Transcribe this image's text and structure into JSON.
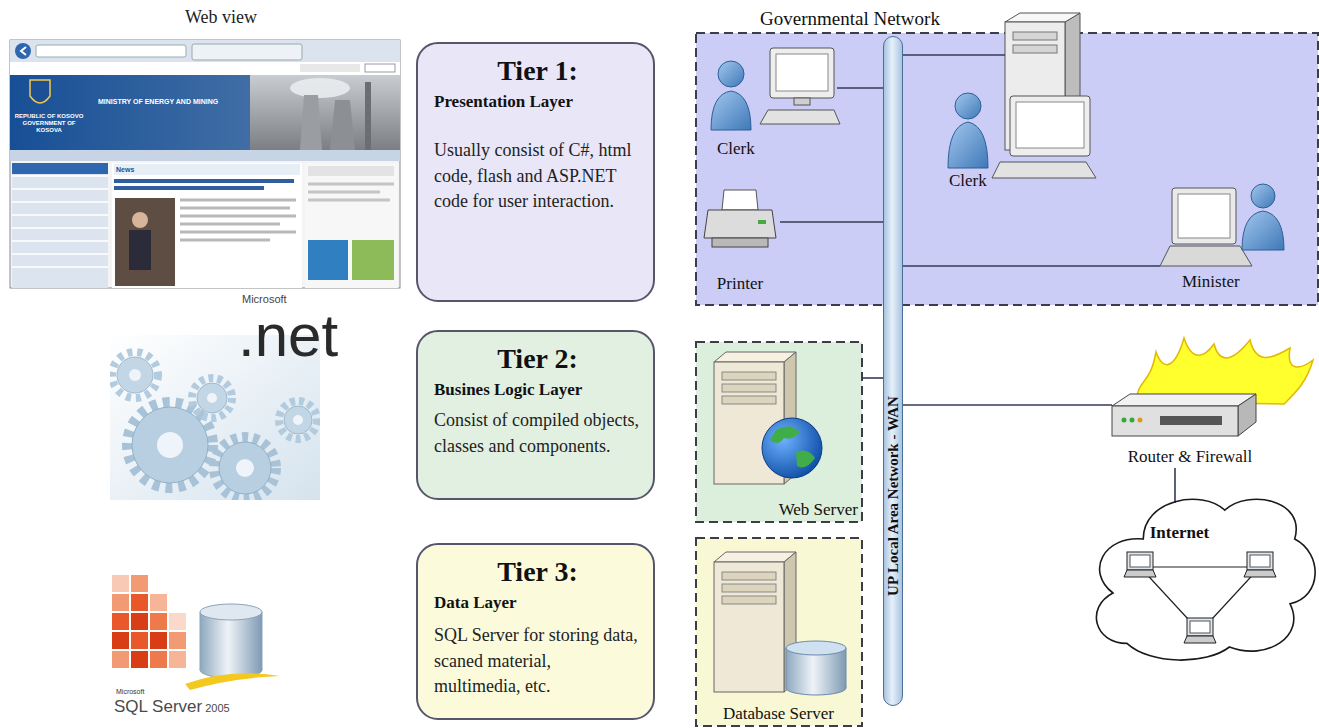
{
  "diagram": {
    "nodes": [
      {
        "text": [
          "Tier 1:",
          "Presentation Layer",
          "Usually consist of C#, html code, flash and ASP.NET code for user interaction."
        ]
      },
      {
        "text": [
          "Governmental Network"
        ]
      },
      {
        "text": [
          "Clerk"
        ],
        "in": 1
      },
      {
        "text": [
          "Clerk"
        ],
        "in": 1
      },
      {
        "text": [
          "Printer"
        ],
        "in": 1
      },
      {
        "text": [
          "Minister"
        ],
        "in": 1
      },
      {
        "text": [
          "Tier 2:",
          "Busines Logic Layer",
          "Consist of compiled objects, classes and components."
        ]
      },
      {
        "text": [
          "Web Server"
        ]
      },
      {
        "text": [
          "UP Local Area Network - WAN"
        ]
      },
      {
        "text": [
          "Router & Firewall"
        ]
      },
      {
        "text": [
          "Internet"
        ]
      },
      {
        "text": [
          "Tier 3:",
          "Data Layer",
          "SQL Server for storing data, scaned material, multimedia, etc."
        ]
      },
      {
        "text": [
          "Database Server"
        ]
      }
    ],
    "edges": [
      {
        "from": 2,
        "to": 8,
        "arrow": "none"
      },
      {
        "from": 3,
        "to": 8,
        "arrow": "none"
      },
      {
        "from": 4,
        "to": 8,
        "arrow": "none"
      },
      {
        "from": 5,
        "to": 8,
        "arrow": "none"
      },
      {
        "from": 7,
        "to": 8,
        "arrow": "none"
      },
      {
        "from": 9,
        "to": 8,
        "arrow": "none"
      },
      {
        "from": 9,
        "to": 10,
        "arrow": "none"
      }
    ],
    "labels": [
      "Web view",
      "REPUBLIC OF KOSOVO GOVERNMENT OF KOSOVA",
      "MINISTRY OF ENERGY AND MINING",
      "News",
      "Microsoft",
      ".net",
      "Microsoft",
      "SQL Server",
      "2005"
    ]
  }
}
